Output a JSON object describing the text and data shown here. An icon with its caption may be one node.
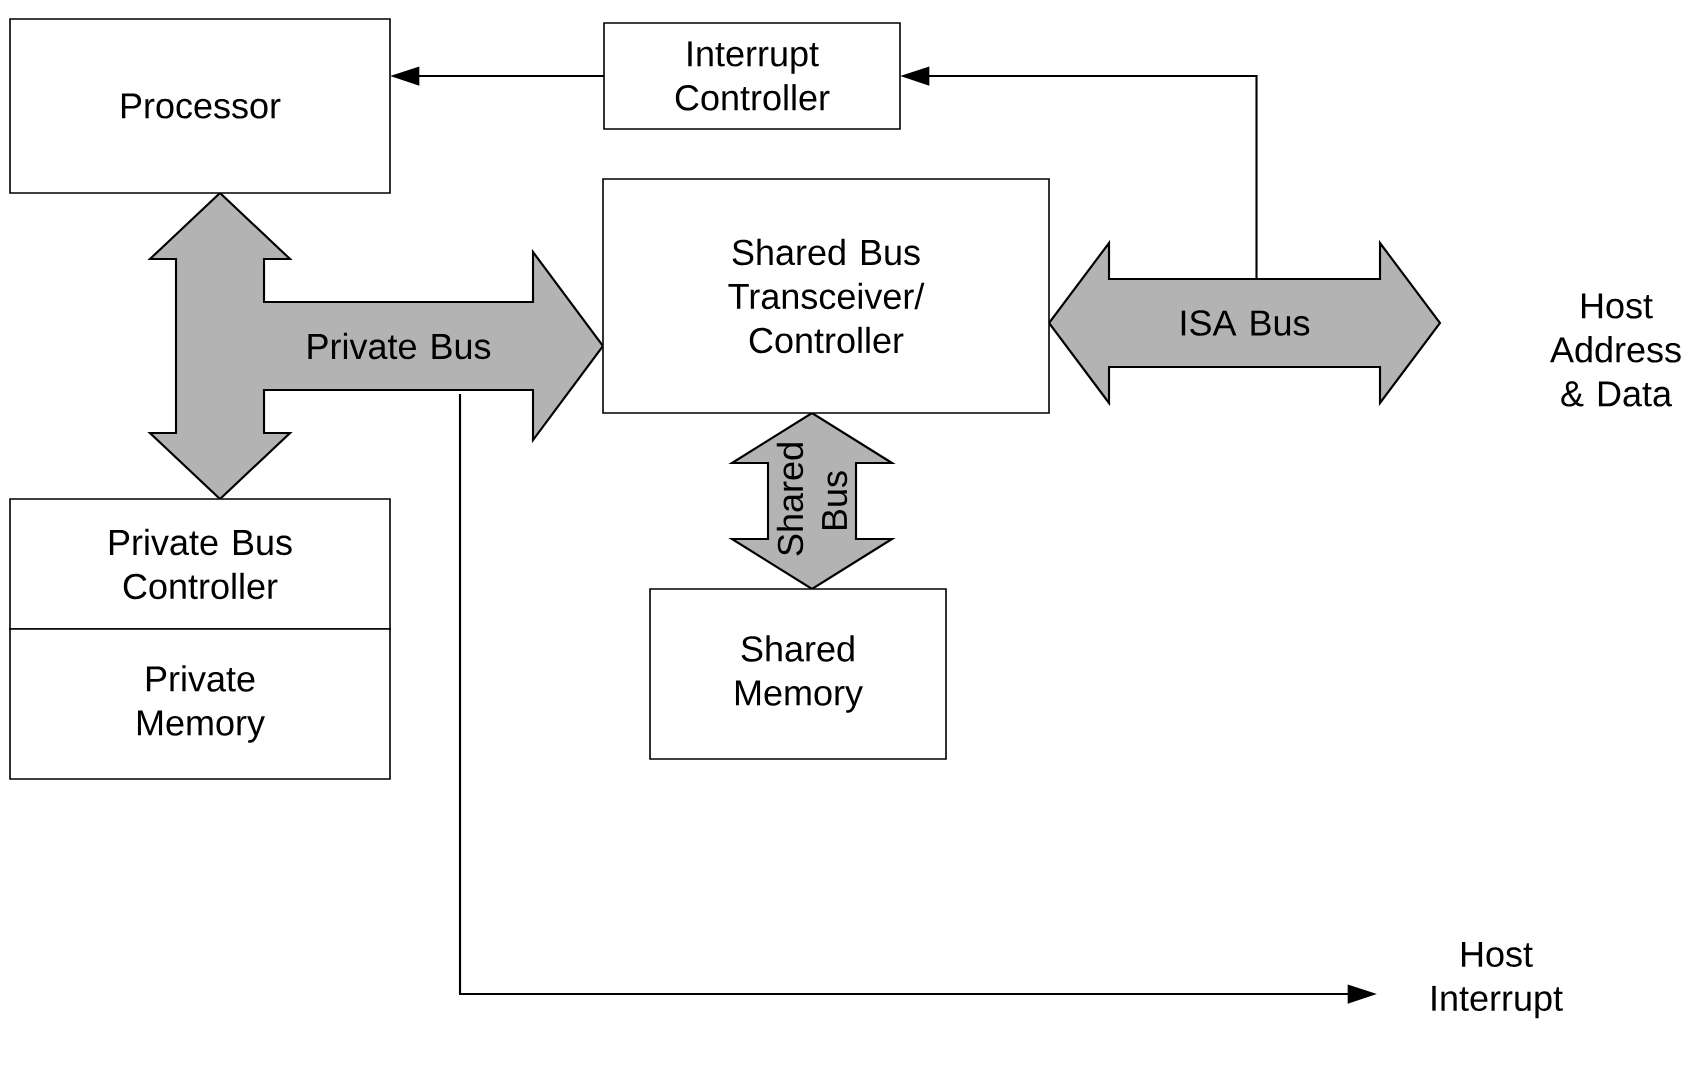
{
  "diagram": {
    "nodes": [
      {
        "text": [
          "Processor"
        ]
      },
      {
        "text": [
          "Interrupt Controller"
        ]
      },
      {
        "text": [
          "Shared Bus Transceiver/ Controller"
        ]
      },
      {
        "text": [
          "Host Address & Data"
        ]
      },
      {
        "text": [
          "Private Bus Controller"
        ]
      },
      {
        "text": [
          "Private Memory"
        ]
      },
      {
        "text": [
          "Shared Memory"
        ]
      },
      {
        "text": [
          "Host Interrupt"
        ]
      }
    ],
    "edges": [
      {
        "from": 0,
        "to": 4,
        "arrow": "both",
        "style": "thick"
      },
      {
        "from": 0,
        "to": 2,
        "arrow": "to",
        "style": "thick",
        "label": "Private Bus"
      },
      {
        "from": 4,
        "to": 2,
        "arrow": "to",
        "style": "thick"
      },
      {
        "from": 2,
        "to": 3,
        "arrow": "both",
        "style": "thick",
        "label": "ISA Bus"
      },
      {
        "from": 2,
        "to": 6,
        "arrow": "both",
        "style": "thick",
        "label": "Shared Bus"
      },
      {
        "from": null,
        "to": 1,
        "arrow": "to"
      },
      {
        "from": 1,
        "to": 0,
        "arrow": "to"
      },
      {
        "from": null,
        "to": 7,
        "arrow": "to"
      }
    ]
  }
}
